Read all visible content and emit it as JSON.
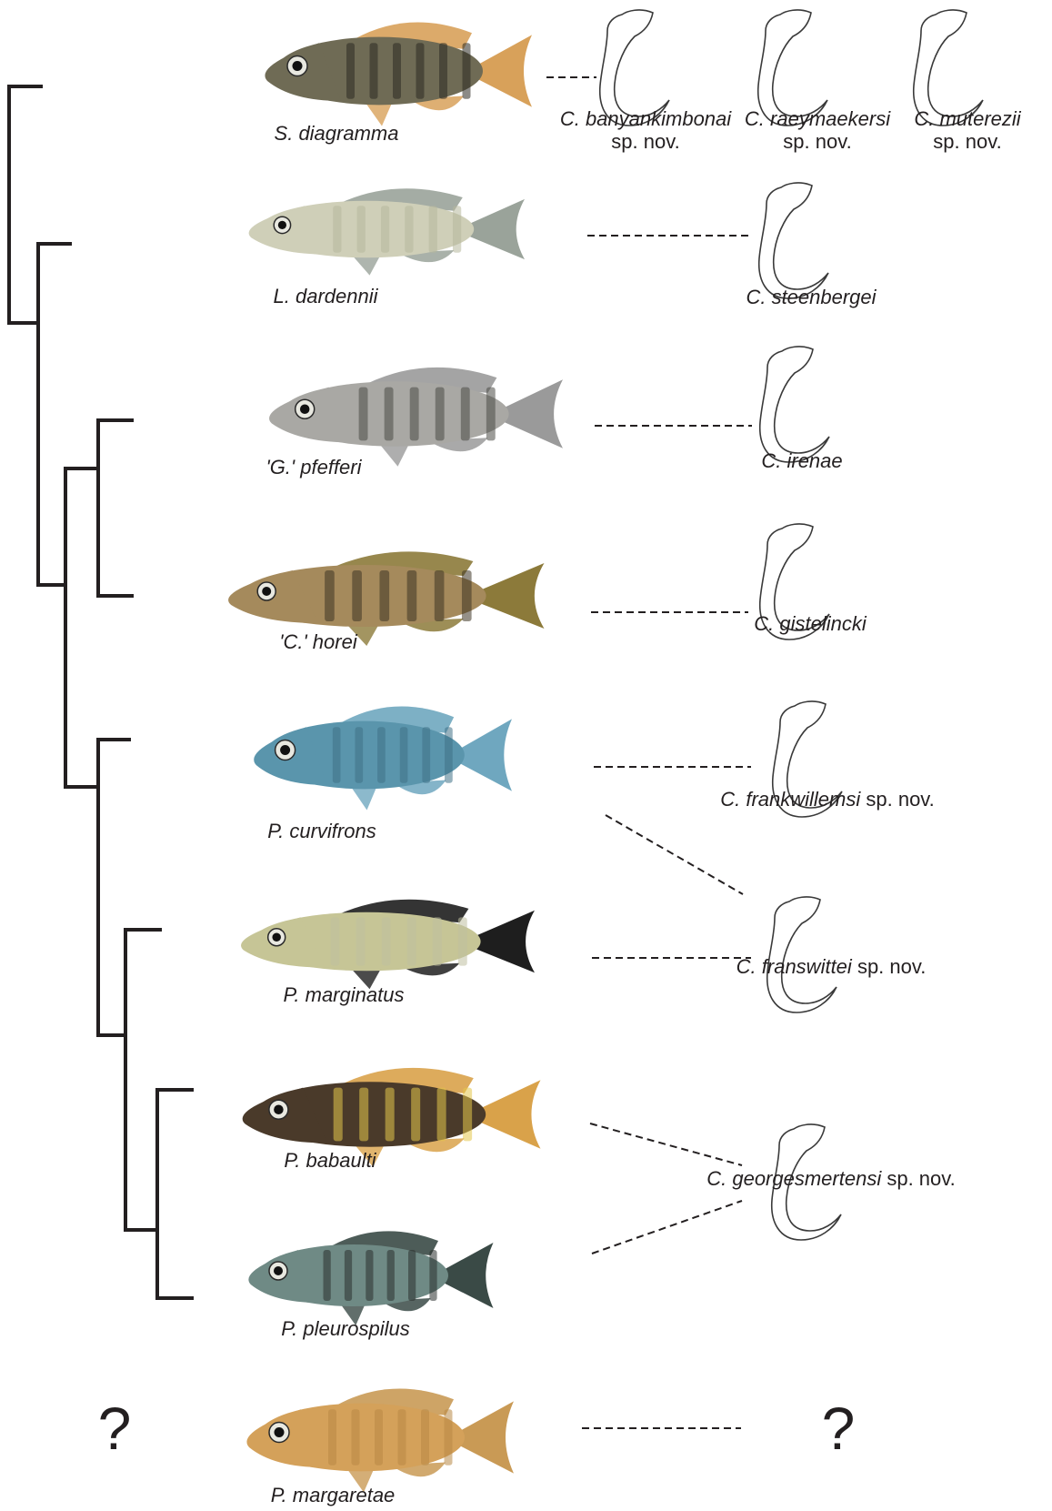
{
  "colors": {
    "tree": "#231f20",
    "dash": "#231f20",
    "outline": "#3a3a3a",
    "outline_inner": "#9a9a9a"
  },
  "hosts": [
    {
      "genus": "S.",
      "species": "diagramma",
      "colors": {
        "body": "#6f6b55",
        "fin": "#d8a15a",
        "stripe": "#2b2a22"
      }
    },
    {
      "genus": "L.",
      "species": "dardennii",
      "colors": {
        "body": "#cfcfb8",
        "fin": "#9aa39a",
        "stripe": "#b7b89c"
      }
    },
    {
      "genus": "'G.'",
      "species": "pfefferi",
      "colors": {
        "body": "#a9a8a4",
        "fin": "#9a9a9a",
        "stripe": "#4a4a46"
      }
    },
    {
      "genus": "'C.'",
      "species": "horei",
      "colors": {
        "body": "#a58a5c",
        "fin": "#8c7a3a",
        "stripe": "#3e3424"
      }
    },
    {
      "genus": "P.",
      "species": "curvifrons",
      "colors": {
        "body": "#5a95ac",
        "fin": "#6fa7bf",
        "stripe": "#3f7186"
      }
    },
    {
      "genus": "P.",
      "species": "marginatus",
      "colors": {
        "body": "#c6c596",
        "fin": "#1e1e1e",
        "stripe": "#bfbfa0"
      }
    },
    {
      "genus": "P.",
      "species": "babaulti",
      "colors": {
        "body": "#4a3a2a",
        "fin": "#d9a24a",
        "stripe": "#e3c64a"
      }
    },
    {
      "genus": "P.",
      "species": "pleurospilus",
      "colors": {
        "body": "#6f8a85",
        "fin": "#3a4a46",
        "stripe": "#2a2f2d"
      }
    },
    {
      "genus": "P.",
      "species": "margaretae",
      "colors": {
        "body": "#d4a15a",
        "fin": "#c99a55",
        "stripe": "#b88945"
      }
    }
  ],
  "parasites": [
    {
      "genus": "C.",
      "species": "banyankimbonai",
      "suffix": "sp. nov."
    },
    {
      "genus": "C.",
      "species": "raeymaekersi",
      "suffix": "sp. nov."
    },
    {
      "genus": "C.",
      "species": "muterezii",
      "suffix": "sp. nov."
    },
    {
      "genus": "C.",
      "species": "steenbergei",
      "suffix": ""
    },
    {
      "genus": "C.",
      "species": "irenae",
      "suffix": ""
    },
    {
      "genus": "C.",
      "species": "gistelincki",
      "suffix": ""
    },
    {
      "genus": "C.",
      "species": "frankwillemsi",
      "suffix": "sp. nov."
    },
    {
      "genus": "C.",
      "species": "franswittei",
      "suffix": "sp. nov."
    },
    {
      "genus": "C.",
      "species": "georgesmertensi",
      "suffix": "sp. nov."
    }
  ],
  "unknown_marks": {
    "tree": "?",
    "parasite": "?"
  }
}
